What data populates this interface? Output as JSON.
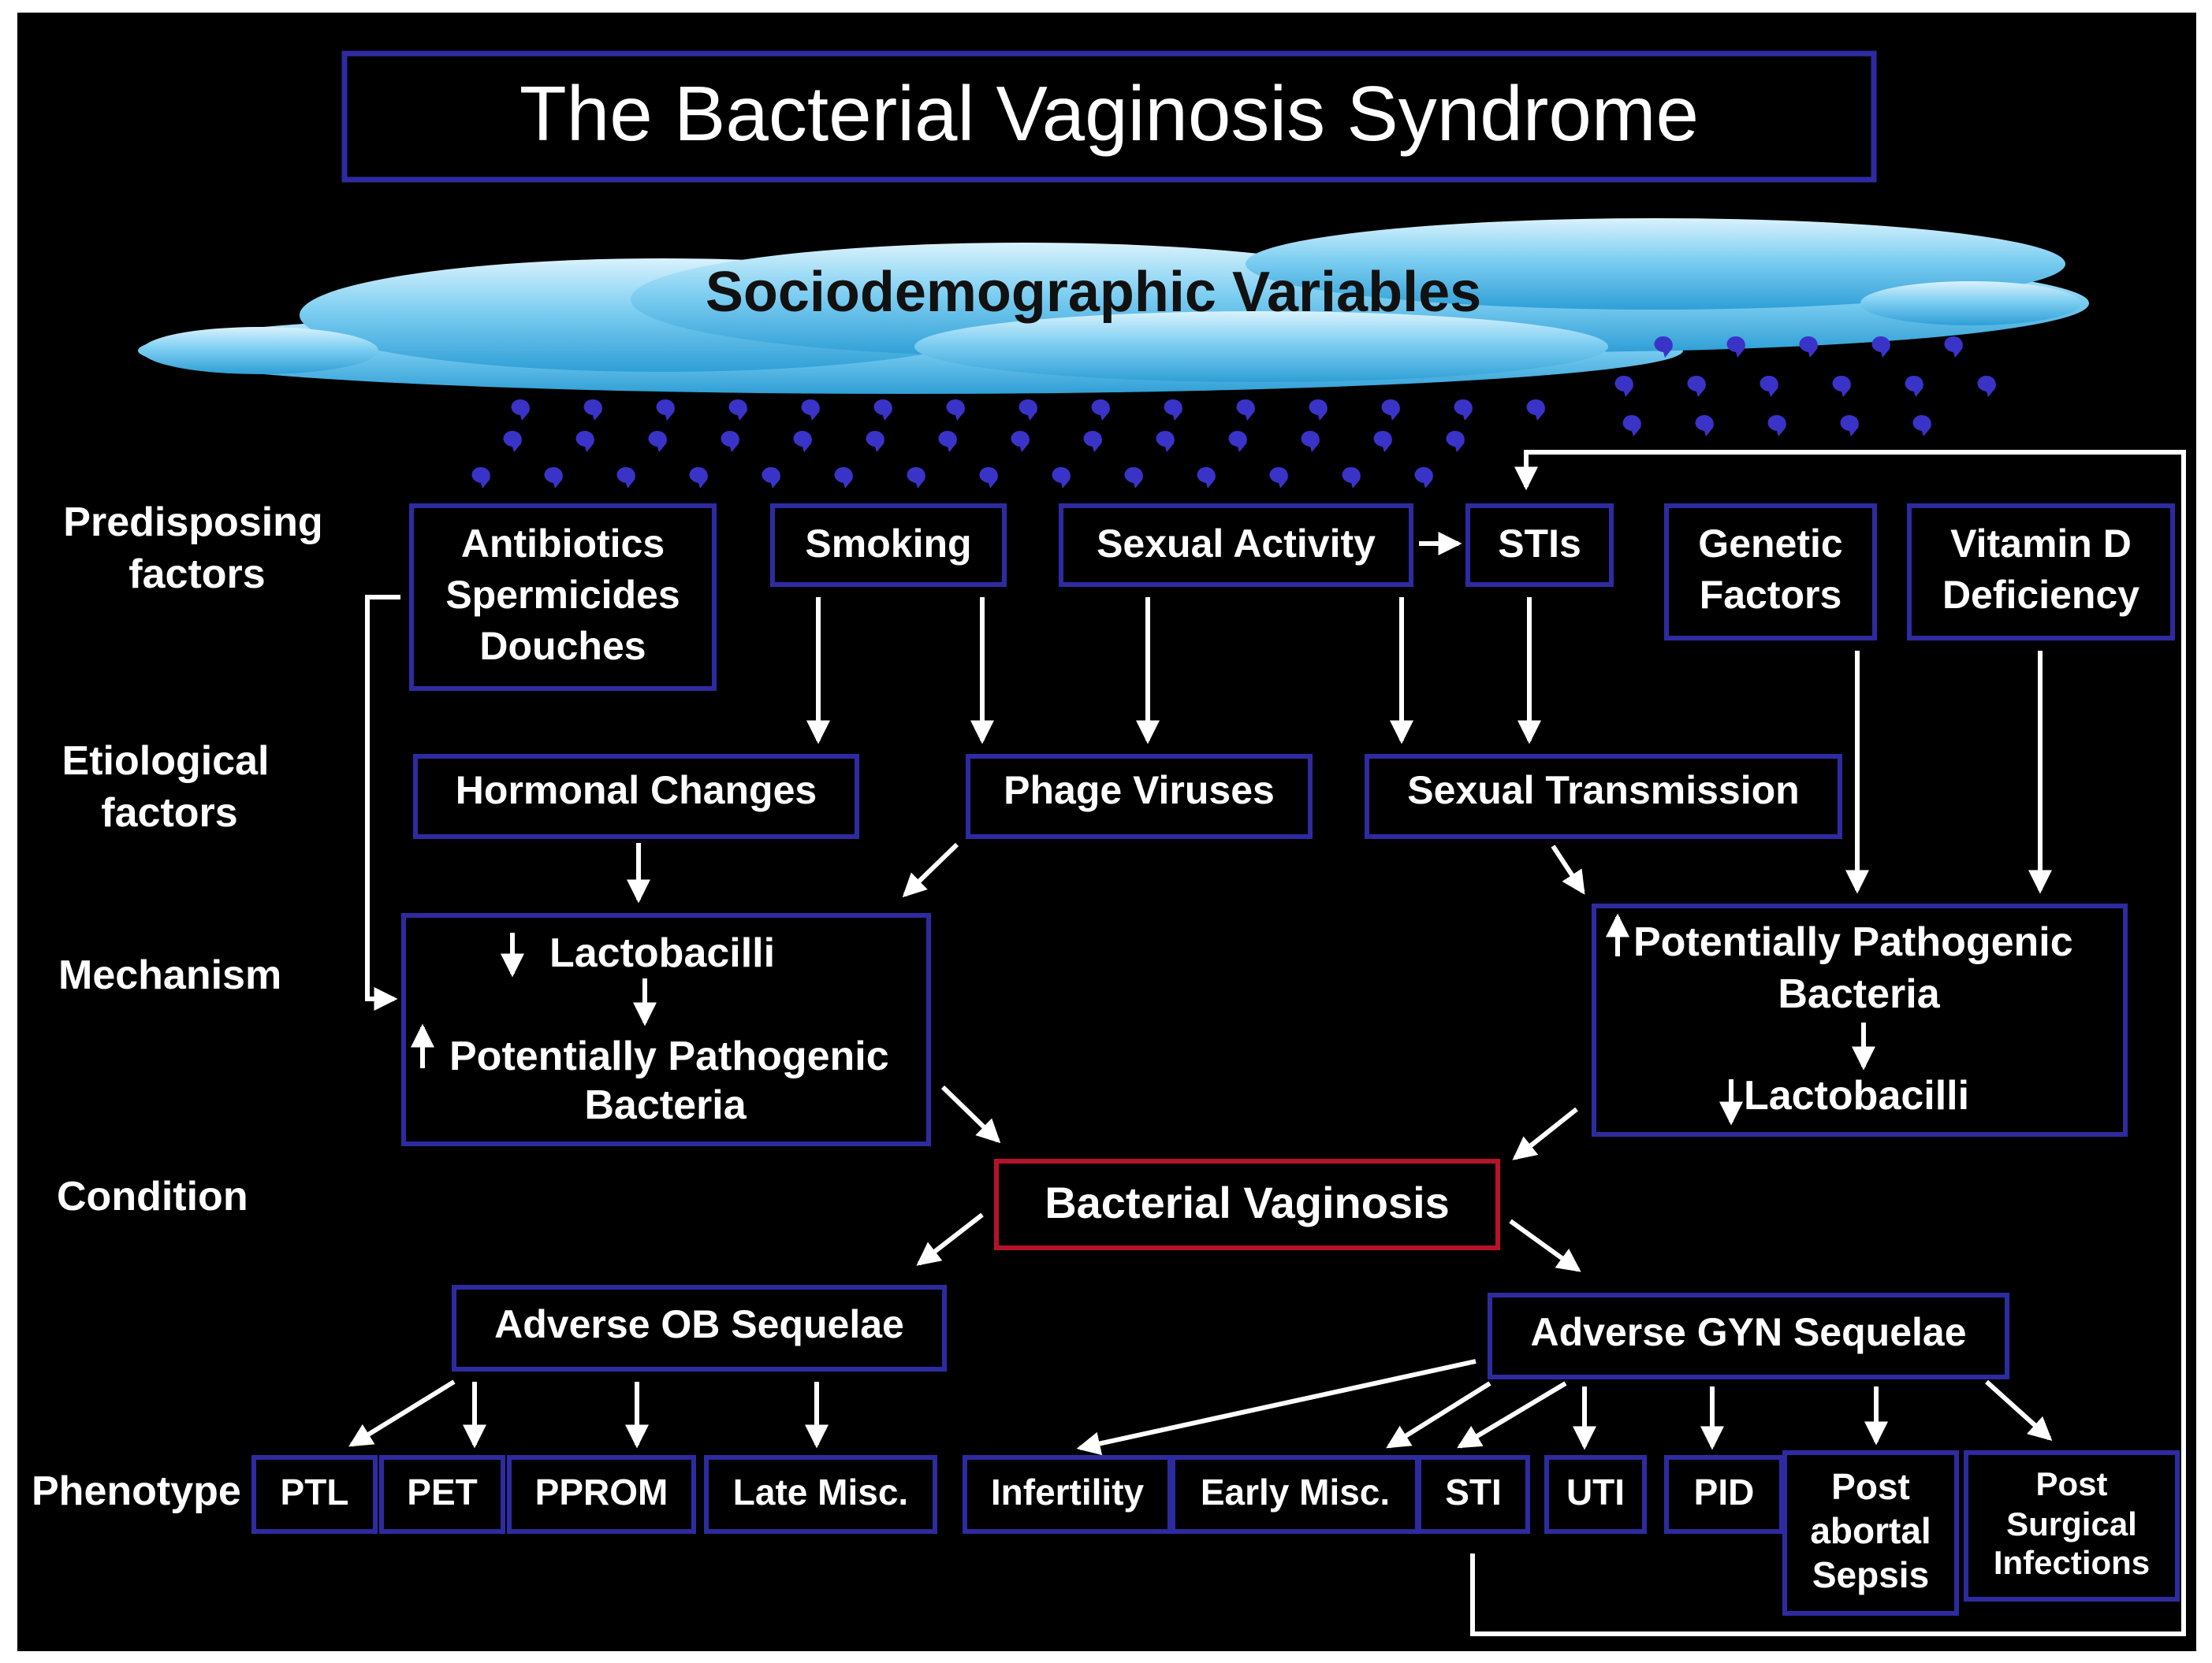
{
  "colors": {
    "background": "#000000",
    "box_border": "#2e2ba0",
    "condition_border": "#b5132a",
    "text": "#ffffff",
    "arrow": "#ffffff",
    "cloud": "#6fc3ec",
    "raindrop": "#3a33c8"
  },
  "title": "The Bacterial Vaginosis Syndrome",
  "cloud_label": "Sociodemographic Variables",
  "row_labels": {
    "predisposing": [
      "Predisposing",
      "factors"
    ],
    "etiological": [
      "Etiological",
      "factors"
    ],
    "mechanism": "Mechanism",
    "condition": "Condition",
    "phenotype": "Phenotype"
  },
  "predisposing_factors": {
    "antibiotics": [
      "Antibiotics",
      "Spermicides",
      "Douches"
    ],
    "smoking": "Smoking",
    "sexual_activity": "Sexual Activity",
    "stis": "STIs",
    "genetic": [
      "Genetic",
      "Factors"
    ],
    "vitamin_d": [
      "Vitamin D",
      "Deficiency"
    ]
  },
  "etiological_factors": {
    "hormonal": "Hormonal Changes",
    "phage": "Phage Viruses",
    "sexual_transmission": "Sexual Transmission"
  },
  "mechanisms": {
    "left": {
      "line1": "Lactobacilli",
      "line2": "Potentially Pathogenic",
      "line3": "Bacteria"
    },
    "right": {
      "line1": "Potentially Pathogenic",
      "line2": "Bacteria",
      "line3": "Lactobacilli"
    }
  },
  "condition": "Bacterial Vaginosis",
  "sequelae": {
    "ob": "Adverse OB Sequelae",
    "gyn": "Adverse GYN Sequelae"
  },
  "phenotypes": {
    "ob": [
      "PTL",
      "PET",
      "PPROM",
      "Late Misc."
    ],
    "gyn": {
      "infertility": "Infertility",
      "early_misc": "Early Misc.",
      "sti": "STI",
      "uti": "UTI",
      "pid": "PID",
      "post_abortal": [
        "Post",
        "abortal",
        "Sepsis"
      ],
      "post_surgical": [
        "Post",
        "Surgical",
        "Infections"
      ]
    }
  }
}
